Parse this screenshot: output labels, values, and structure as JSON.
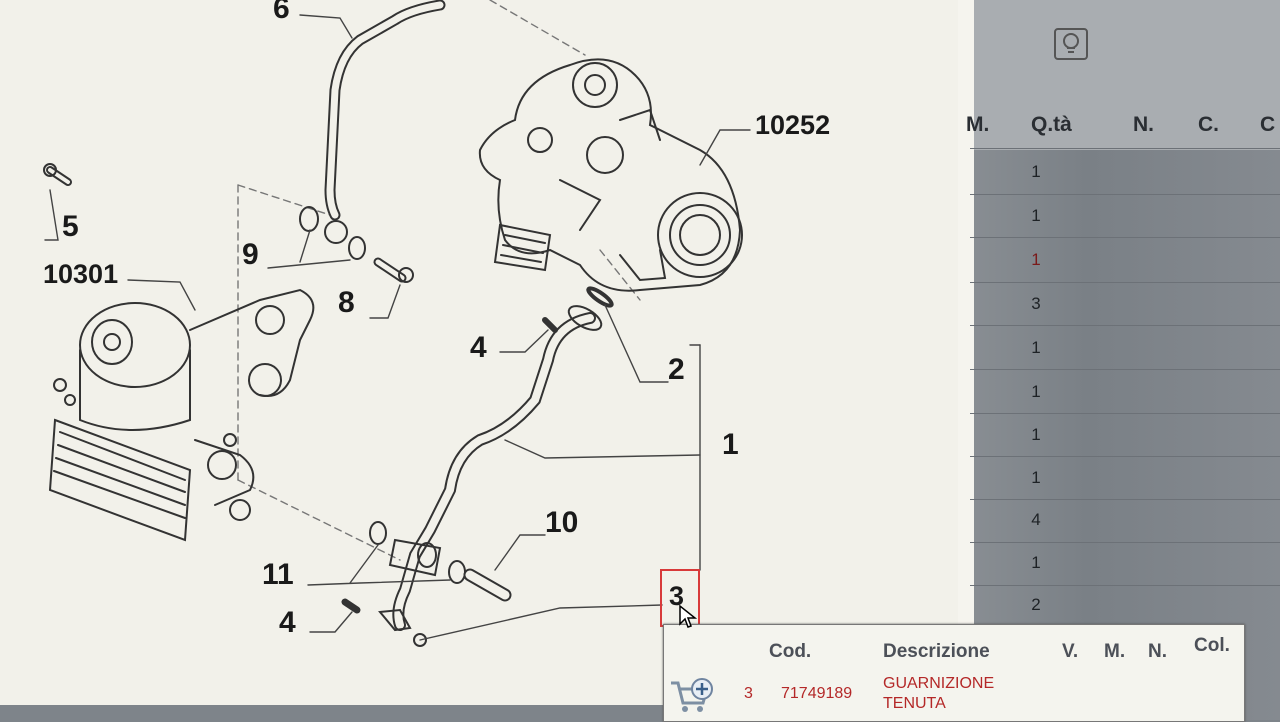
{
  "diagram": {
    "callouts": {
      "c6": "6",
      "c5": "5",
      "c10301": "10301",
      "c9": "9",
      "c8": "8",
      "c10252": "10252",
      "c4a": "4",
      "c2": "2",
      "c1": "1",
      "c10": "10",
      "c11": "11",
      "c4b": "4",
      "c3": "3"
    }
  },
  "table": {
    "headers": {
      "m": "M.",
      "qty": "Q.tà",
      "n": "N.",
      "c": "C.",
      "c2": "C"
    },
    "rows": [
      "1",
      "1",
      "1",
      "3",
      "1",
      "1",
      "1",
      "1",
      "4",
      "1",
      "2"
    ],
    "highlight_color": "#7a1a1a"
  },
  "popup": {
    "headers": {
      "cod": "Cod.",
      "desc": "Descrizione",
      "v": "V.",
      "m": "M.",
      "n": "N.",
      "col": "Col."
    },
    "row": {
      "ref": "3",
      "code": "71749189",
      "desc_line1": "GUARNIZIONE",
      "desc_line2": "TENUTA"
    },
    "icon": "add-to-cart-icon",
    "accent": "#b42828"
  },
  "icons": {
    "toolbar": "lightbulb-icon"
  }
}
